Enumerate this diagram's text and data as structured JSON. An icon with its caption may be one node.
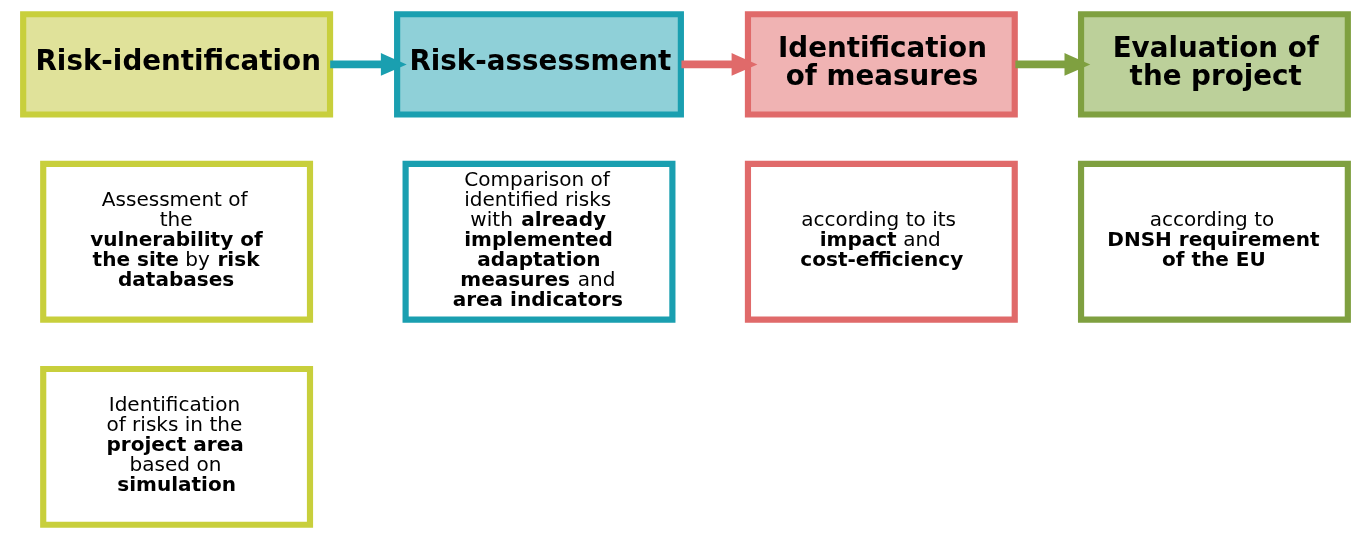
{
  "diagram": {
    "nodes": [
      {
        "text": [
          "Risk-identification"
        ]
      },
      {
        "text": [
          "Risk-assessment"
        ]
      },
      {
        "text": [
          "Identification of measures"
        ]
      },
      {
        "text": [
          "Evaluation of the project"
        ]
      },
      {
        "text": [
          "Assessment of the **vulnerability of the site** by **risk databases**"
        ]
      },
      {
        "text": [
          "Comparison of identified risks with **already implemented adaptation measures** and **area indicators**"
        ]
      },
      {
        "text": [
          "according to its **impact** and **cost-efficiency**"
        ]
      },
      {
        "text": [
          "according to **DNSH requirement of the EU**"
        ]
      },
      {
        "text": [
          "Identification of risks in the **project area** based on **simulation**"
        ]
      }
    ],
    "edges": [
      {
        "from": 0,
        "to": 1,
        "arrow": "to",
        "color": "#1a9fb0"
      },
      {
        "from": 1,
        "to": 2,
        "arrow": "to",
        "color": "#e06a6a"
      },
      {
        "from": 2,
        "to": 3,
        "arrow": "to",
        "color": "#7fa040"
      }
    ]
  }
}
